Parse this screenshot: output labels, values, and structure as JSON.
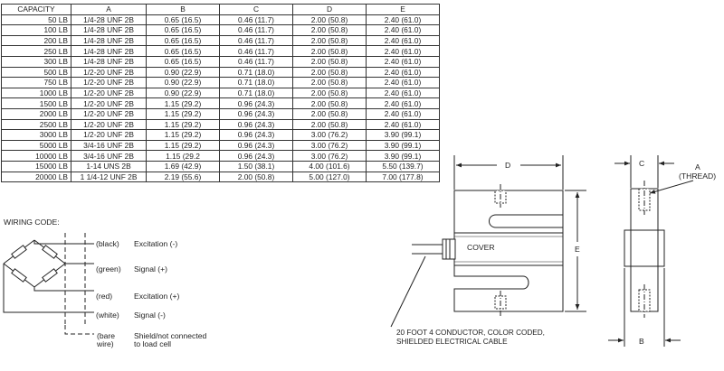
{
  "table": {
    "headers": [
      "CAPACITY",
      "A",
      "B",
      "C",
      "D",
      "E"
    ],
    "rows": [
      [
        "50 LB",
        "1/4-28 UNF 2B",
        "0.65 (16.5)",
        "0.46 (11.7)",
        "2.00 (50.8)",
        "2.40 (61.0)"
      ],
      [
        "100 LB",
        "1/4-28 UNF 2B",
        "0.65 (16.5)",
        "0.46 (11.7)",
        "2.00 (50.8)",
        "2.40 (61.0)"
      ],
      [
        "200 LB",
        "1/4-28 UNF 2B",
        "0.65 (16.5)",
        "0.46 (11.7)",
        "2.00 (50.8)",
        "2.40 (61.0)"
      ],
      [
        "250 LB",
        "1/4-28 UNF 2B",
        "0.65 (16.5)",
        "0.46 (11.7)",
        "2.00 (50.8)",
        "2.40 (61.0)"
      ],
      [
        "300 LB",
        "1/4-28 UNF 2B",
        "0.65 (16.5)",
        "0.46 (11.7)",
        "2.00 (50.8)",
        "2.40 (61.0)"
      ],
      [
        "500 LB",
        "1/2-20 UNF 2B",
        "0.90 (22.9)",
        "0.71 (18.0)",
        "2.00 (50.8)",
        "2.40 (61.0)"
      ],
      [
        "750 LB",
        "1/2-20 UNF 2B",
        "0.90 (22.9)",
        "0.71 (18.0)",
        "2.00 (50.8)",
        "2.40 (61.0)"
      ],
      [
        "1000 LB",
        "1/2-20 UNF 2B",
        "0.90 (22.9)",
        "0.71 (18.0)",
        "2.00 (50.8)",
        "2.40 (61.0)"
      ],
      [
        "1500 LB",
        "1/2-20 UNF 2B",
        "1.15 (29.2)",
        "0.96 (24.3)",
        "2.00 (50.8)",
        "2.40 (61.0)"
      ],
      [
        "2000 LB",
        "1/2-20 UNF 2B",
        "1.15 (29.2)",
        "0.96 (24.3)",
        "2.00 (50.8)",
        "2.40 (61.0)"
      ],
      [
        "2500 LB",
        "1/2-20 UNF 2B",
        "1.15 (29.2)",
        "0.96 (24.3)",
        "2.00 (50.8)",
        "2.40 (61.0)"
      ],
      [
        "3000 LB",
        "1/2-20 UNF 2B",
        "1.15 (29.2)",
        "0.96 (24.3)",
        "3.00 (76.2)",
        "3.90 (99.1)"
      ],
      [
        "5000 LB",
        "3/4-16 UNF 2B",
        "1.15 (29.2)",
        "0.96 (24.3)",
        "3.00 (76.2)",
        "3.90 (99.1)"
      ],
      [
        "10000 LB",
        "3/4-16 UNF 2B",
        "1.15 (29.2",
        "0.96 (24.3)",
        "3.00 (76.2)",
        "3.90 (99.1)"
      ],
      [
        "15000 LB",
        "1-14 UNS 2B",
        "1.69 (42.9)",
        "1.50 (38.1)",
        "4.00 (101.6)",
        "5.50 (139.7)"
      ],
      [
        "20000 LB",
        "1 1/4-12 UNF 2B",
        "2.19 (55.6)",
        "2.00 (50.8)",
        "5.00 (127.0)",
        "7.00 (177.8)"
      ]
    ]
  },
  "wiring": {
    "title": "WIRING CODE:",
    "wires": [
      {
        "color": "(black)",
        "signal": "Excitation (-)"
      },
      {
        "color": "(green)",
        "signal": "Signal (+)"
      },
      {
        "color": "(red)",
        "signal": "Excitation (+)"
      },
      {
        "color": "(white)",
        "signal": "Signal (-)"
      }
    ],
    "shield": {
      "color_line1": "(bare",
      "color_line2": "wire)",
      "signal_line1": "Shield/not connected",
      "signal_line2": "to load cell"
    }
  },
  "drawing": {
    "dim_d": "D",
    "dim_e": "E",
    "dim_c": "C",
    "dim_b": "B",
    "thread_line1": "A",
    "thread_line2": "(THREAD)",
    "cover": "COVER",
    "cable_line1": "20 FOOT 4 CONDUCTOR, COLOR CODED,",
    "cable_line2": "SHIELDED ELECTRICAL CABLE"
  }
}
